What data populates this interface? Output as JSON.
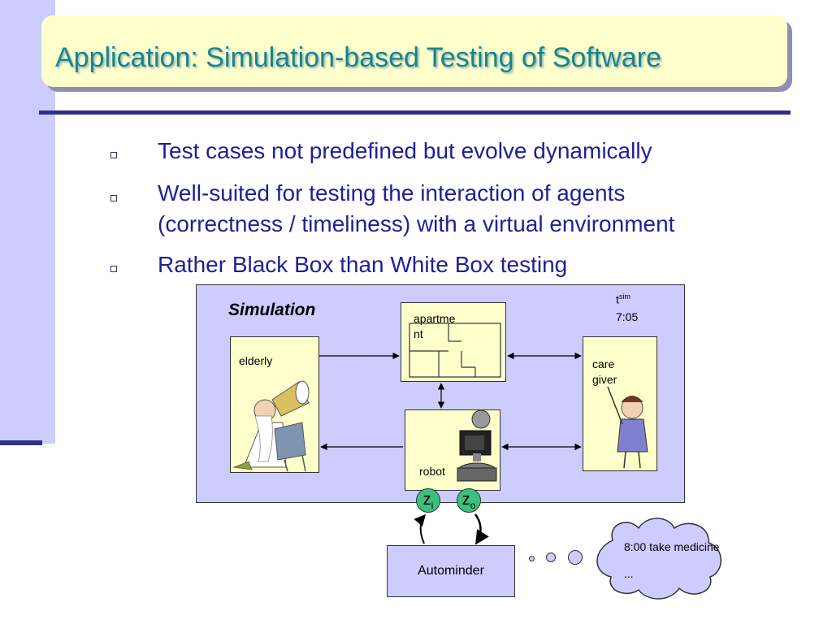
{
  "slide": {
    "title": "Application: Simulation-based Testing of Software",
    "bullets": [
      "Test cases not predefined but evolve dynamically",
      "Well-suited for testing the interaction of agents",
      "(correctness / timeliness) with a virtual environment",
      "Rather Black Box than White Box testing"
    ]
  },
  "diagram": {
    "simulation_label": "Simulation",
    "tsim_base": "t",
    "tsim_sup": "sim",
    "time": "7:05",
    "elderly_label": "elderly",
    "apartment_label_line1": "apartme",
    "apartment_label_line2": "nt",
    "caregiver_label_line1": "care",
    "caregiver_label_line2": "giver",
    "robot_label": "robot",
    "zi_base": "z",
    "zi_sub": "i",
    "zo_base": "z",
    "zo_sub": "o",
    "autominder_label": "Autominder",
    "cloud_line1": "8:00 take medicine",
    "cloud_line2": "..."
  },
  "colors": {
    "title_text": "#14868a",
    "title_box": "#ffffcc",
    "bullet_text": "#1f1f99",
    "sim_area": "#ccccff",
    "box_fill": "#ffffcc",
    "z_circle": "#3fbf7f"
  }
}
